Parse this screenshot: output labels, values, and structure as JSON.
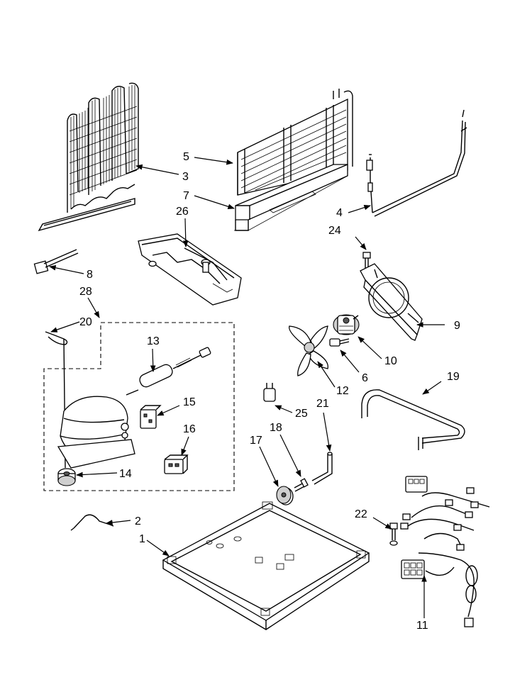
{
  "diagram": {
    "callouts": [
      {
        "id": "c1",
        "label": "1"
      },
      {
        "id": "c2",
        "label": "2"
      },
      {
        "id": "c3",
        "label": "3"
      },
      {
        "id": "c4",
        "label": "4"
      },
      {
        "id": "c5",
        "label": "5"
      },
      {
        "id": "c6",
        "label": "6"
      },
      {
        "id": "c7",
        "label": "7"
      },
      {
        "id": "c8",
        "label": "8"
      },
      {
        "id": "c9",
        "label": "9"
      },
      {
        "id": "c10",
        "label": "10"
      },
      {
        "id": "c11",
        "label": "11"
      },
      {
        "id": "c12",
        "label": "12"
      },
      {
        "id": "c13",
        "label": "13"
      },
      {
        "id": "c14",
        "label": "14"
      },
      {
        "id": "c15",
        "label": "15"
      },
      {
        "id": "c16",
        "label": "16"
      },
      {
        "id": "c17",
        "label": "17"
      },
      {
        "id": "c18",
        "label": "18"
      },
      {
        "id": "c19",
        "label": "19"
      },
      {
        "id": "c20",
        "label": "20"
      },
      {
        "id": "c21",
        "label": "21"
      },
      {
        "id": "c22",
        "label": "22"
      },
      {
        "id": "c24",
        "label": "24"
      },
      {
        "id": "c25",
        "label": "25"
      },
      {
        "id": "c26",
        "label": "26"
      },
      {
        "id": "c28",
        "label": "28"
      }
    ]
  }
}
